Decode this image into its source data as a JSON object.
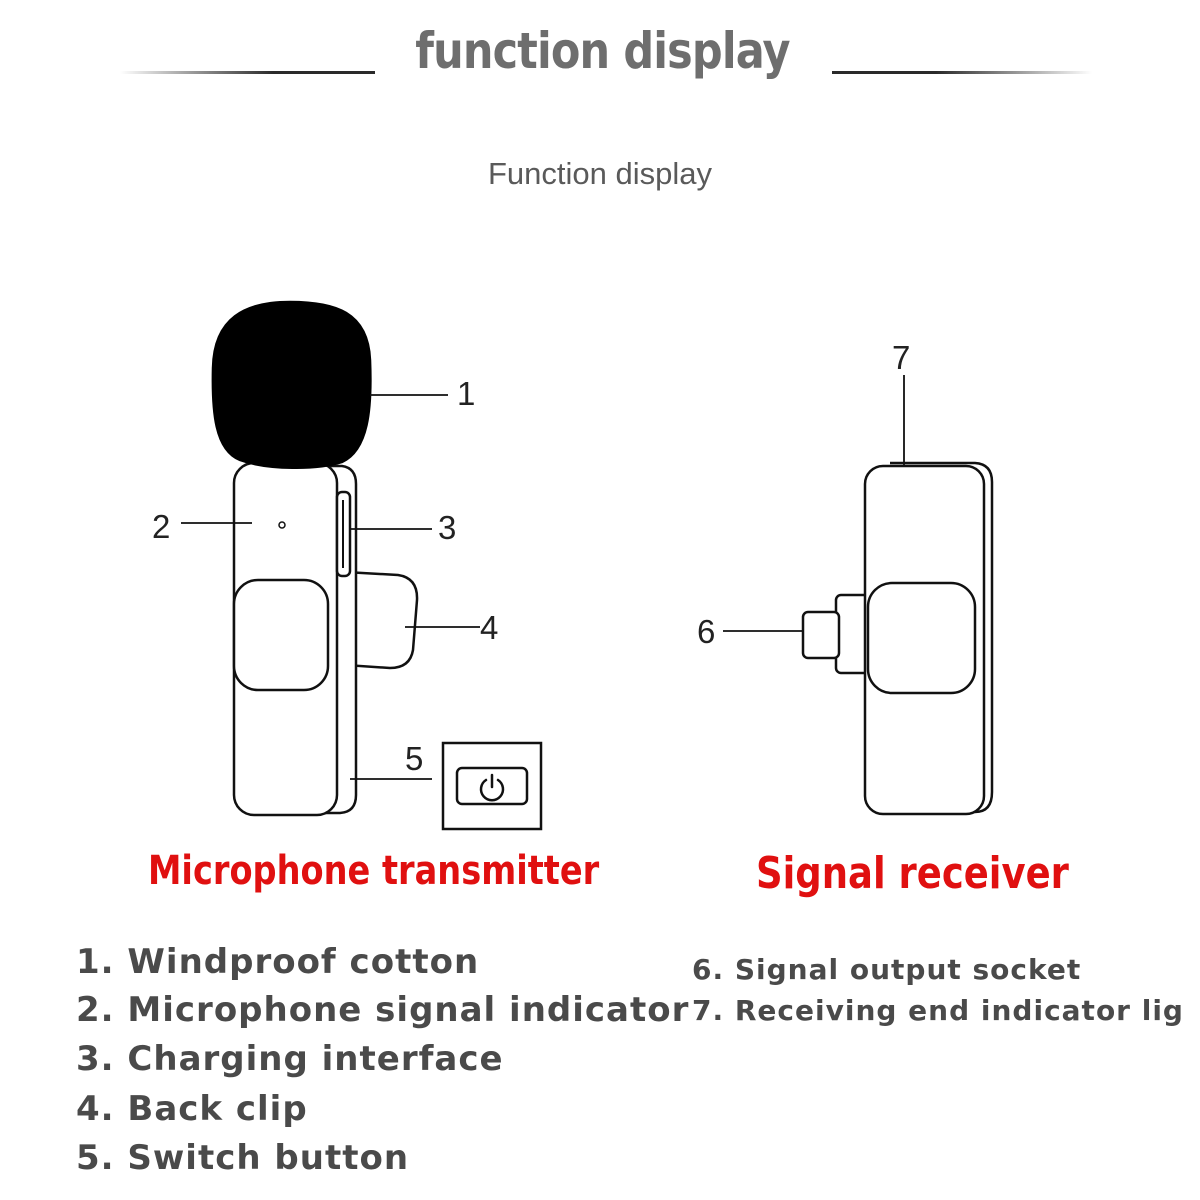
{
  "header": {
    "title": "function display",
    "subtitle": "Function display"
  },
  "callouts": [
    "1",
    "2",
    "3",
    "4",
    "5",
    "6",
    "7"
  ],
  "captions": {
    "transmitter": "Microphone transmitter",
    "receiver": "Signal receiver"
  },
  "legend": {
    "left": [
      "1. Windproof cotton",
      "2. Microphone signal indicator",
      "3. Charging interface",
      "4. Back clip",
      "5. Switch button"
    ],
    "right": [
      "6. Signal output socket",
      "7. Receiving end indicator lig"
    ]
  },
  "colors": {
    "caption": "#e01010",
    "title": "#6e6e6e",
    "legend_text": "#4a4a4a",
    "windscreen": "#000000"
  },
  "icons": {
    "switch": "power-icon"
  }
}
